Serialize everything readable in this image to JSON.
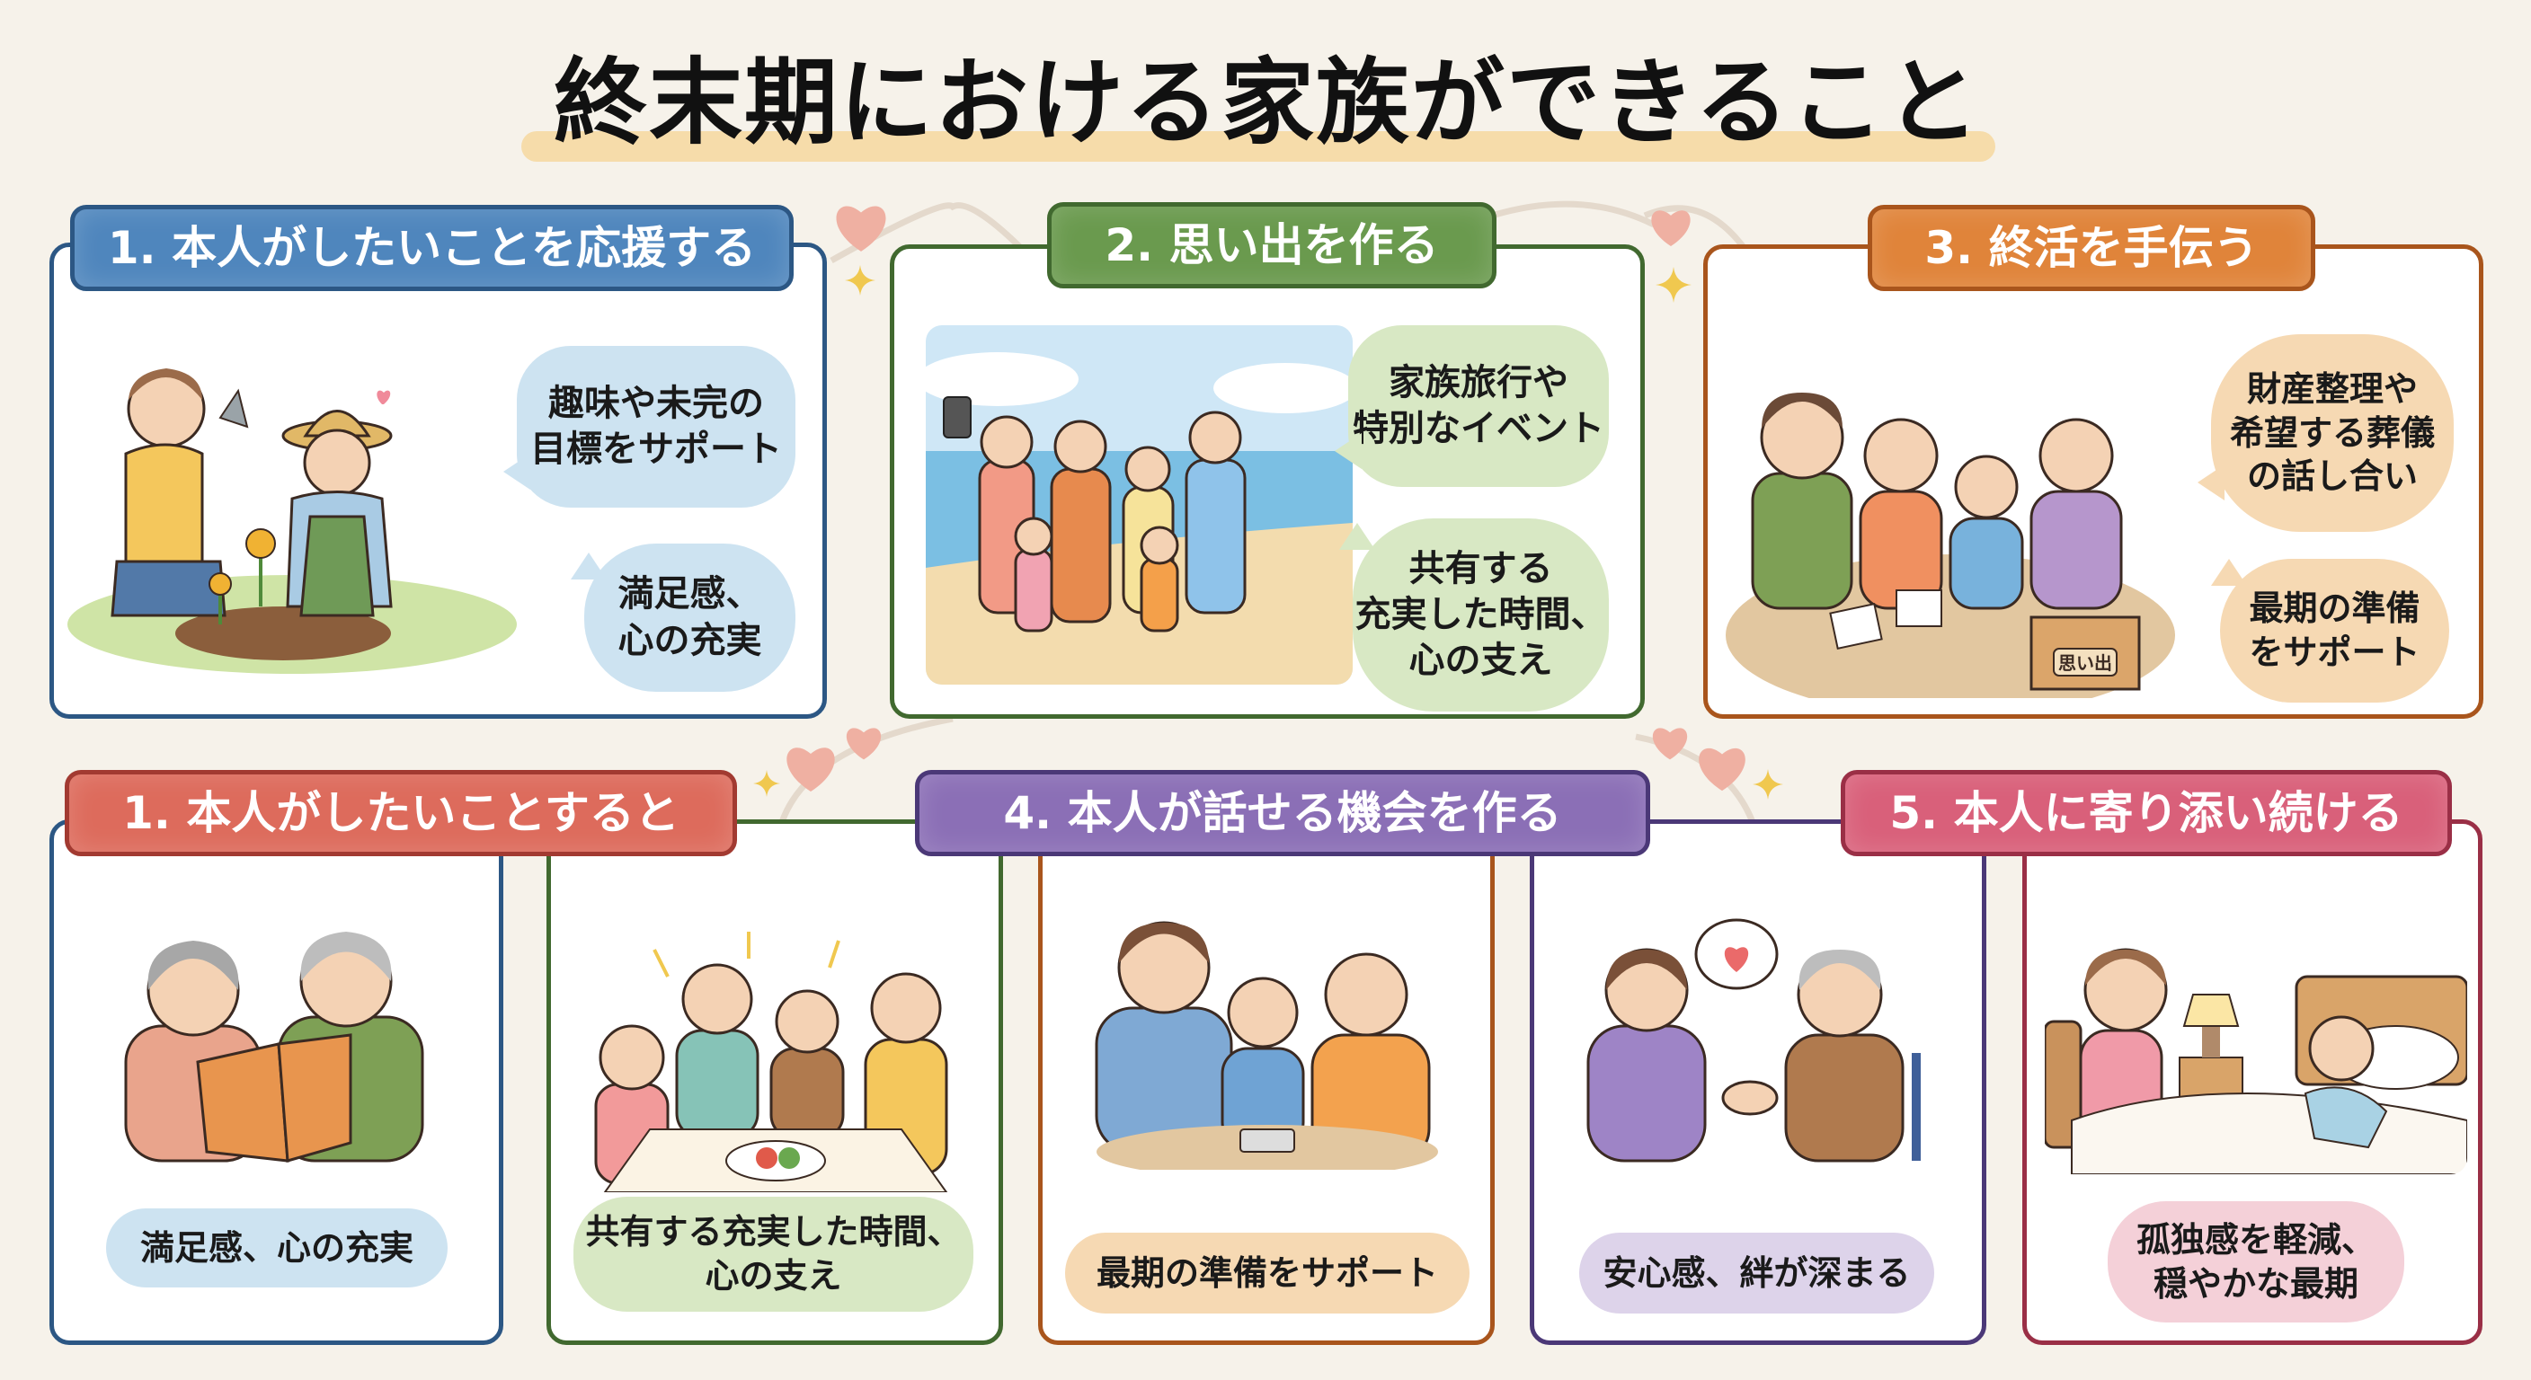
{
  "title": "終末期における家族ができること",
  "colors": {
    "background": "#f6f2ea",
    "title_highlight": "#f6d9a3",
    "blue": "#4f86bd",
    "blue_border": "#2c5784",
    "green": "#6a9a4e",
    "green_border": "#41692f",
    "orange": "#e0843a",
    "orange_border": "#a9551c",
    "red": "#dd6b5c",
    "red_border": "#a23a31",
    "purple": "#8b6fb6",
    "purple_border": "#4b3877",
    "pink": "#d9607a",
    "pink_border": "#9a2f46",
    "heart": "#efb0a2",
    "sparkle": "#f0c84f"
  },
  "top_sections": [
    {
      "badge": "1. 本人がしたいことを応援する",
      "illustration": "gardening-with-elder",
      "bubbles": [
        {
          "lines": [
            "趣味や未完の",
            "目標をサポート"
          ]
        },
        {
          "lines": [
            "満足感、",
            "心の充実"
          ]
        }
      ]
    },
    {
      "badge": "2. 思い出を作る",
      "illustration": "family-beach-selfie",
      "bubbles": [
        {
          "lines": [
            "家族旅行や",
            "特別なイベント"
          ]
        },
        {
          "lines": [
            "共有する",
            "充実した時間、",
            "心の支え"
          ]
        }
      ]
    },
    {
      "badge": "3. 終活を手伝う",
      "illustration": "family-sorting-photos",
      "box_label": "思い出",
      "bubbles": [
        {
          "lines": [
            "財産整理や",
            "希望する葬儀",
            "の話し合い"
          ]
        },
        {
          "lines": [
            "最期の準備",
            "をサポート"
          ]
        }
      ]
    }
  ],
  "bottom_badges": [
    "1. 本人がしたいことすると",
    "4. 本人が話せる機会を作る",
    "5. 本人に寄り添い続ける"
  ],
  "bottom_panels": [
    {
      "illustration": "elderly-couple-reading",
      "caption_lines": [
        "満足感、心の充実"
      ]
    },
    {
      "illustration": "family-dinner",
      "caption_lines": [
        "共有する充実した時間、",
        "心の支え"
      ]
    },
    {
      "illustration": "family-talking-at-table",
      "caption_lines": [
        "最期の準備をサポート"
      ]
    },
    {
      "illustration": "holding-hands-wheelchair",
      "caption_lines": [
        "安心感、絆が深まる"
      ]
    },
    {
      "illustration": "bedside-care",
      "caption_lines": [
        "孤独感を軽減、",
        "穏やかな最期"
      ]
    }
  ]
}
